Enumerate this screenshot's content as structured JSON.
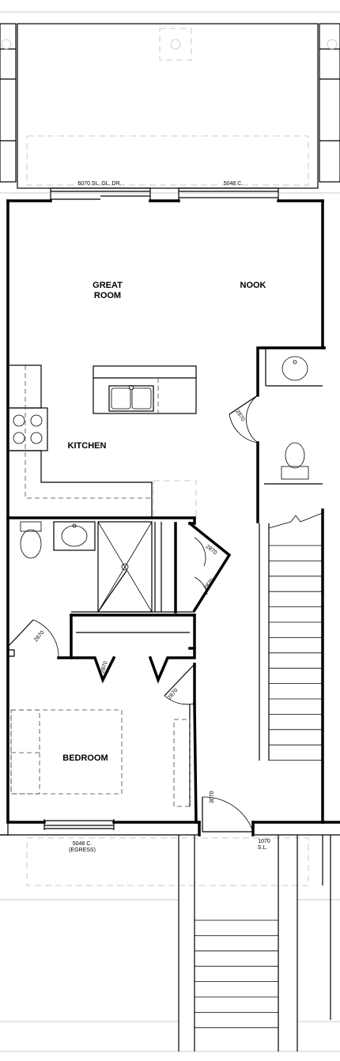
{
  "rooms": {
    "great_room_line1": "GREAT",
    "great_room_line2": "ROOM",
    "nook": "NOOK",
    "kitchen": "KITCHEN",
    "bedroom": "BEDROOM"
  },
  "openings": {
    "patio_door": "6070 SL. GL. DR.",
    "nook_window": "5048 C.",
    "powder_door": "2870",
    "bath_door_upper": "2870",
    "bath_door_lower": "2870",
    "bed_entry_door": "2870",
    "closet_door_left": "2870",
    "closet_door_right": "2870",
    "entry_door": "3070",
    "bedroom_window": "5048 C.",
    "bedroom_window_note": "(EGRESS)",
    "entry_window_line1": "1070",
    "entry_window_line2": "S.L."
  }
}
